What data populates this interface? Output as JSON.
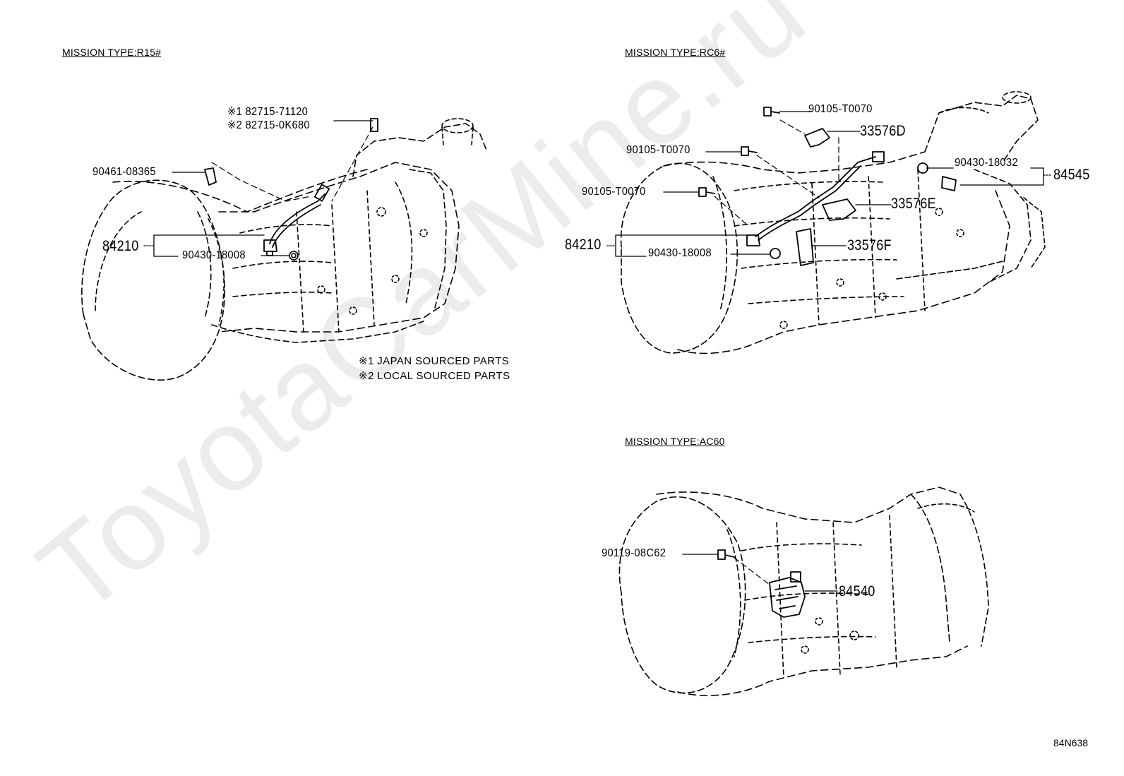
{
  "watermark": "ToyotaCarMine.ru",
  "sections": {
    "r15": {
      "title": "MISSION TYPE:R15#",
      "callouts": {
        "p1_line1": "※1 82715-71120",
        "p1_line2": "※2 82715-0K680",
        "clamp": "90461-08365",
        "switch": "84210",
        "gasket": "90430-18008"
      },
      "notes": [
        "※1 JAPAN SOURCED PARTS",
        "※2 LOCAL SOURCED PARTS"
      ]
    },
    "rc6": {
      "title": "MISSION TYPE:RC6#",
      "callouts": {
        "bolt_top": "90105-T0070",
        "bracket_d": "33576D",
        "bolt_mid": "90105-T0070",
        "bolt_low": "90105-T0070",
        "gasket2": "90430-18032",
        "switch2": "84545",
        "bracket_e": "33576E",
        "switch": "84210",
        "gasket": "90430-18008",
        "bracket_f": "33576F"
      }
    },
    "ac60": {
      "title": "MISSION TYPE:AC60",
      "callouts": {
        "bolt": "90119-08C62",
        "sensor": "84540"
      }
    }
  },
  "diagram_code": "84N638"
}
